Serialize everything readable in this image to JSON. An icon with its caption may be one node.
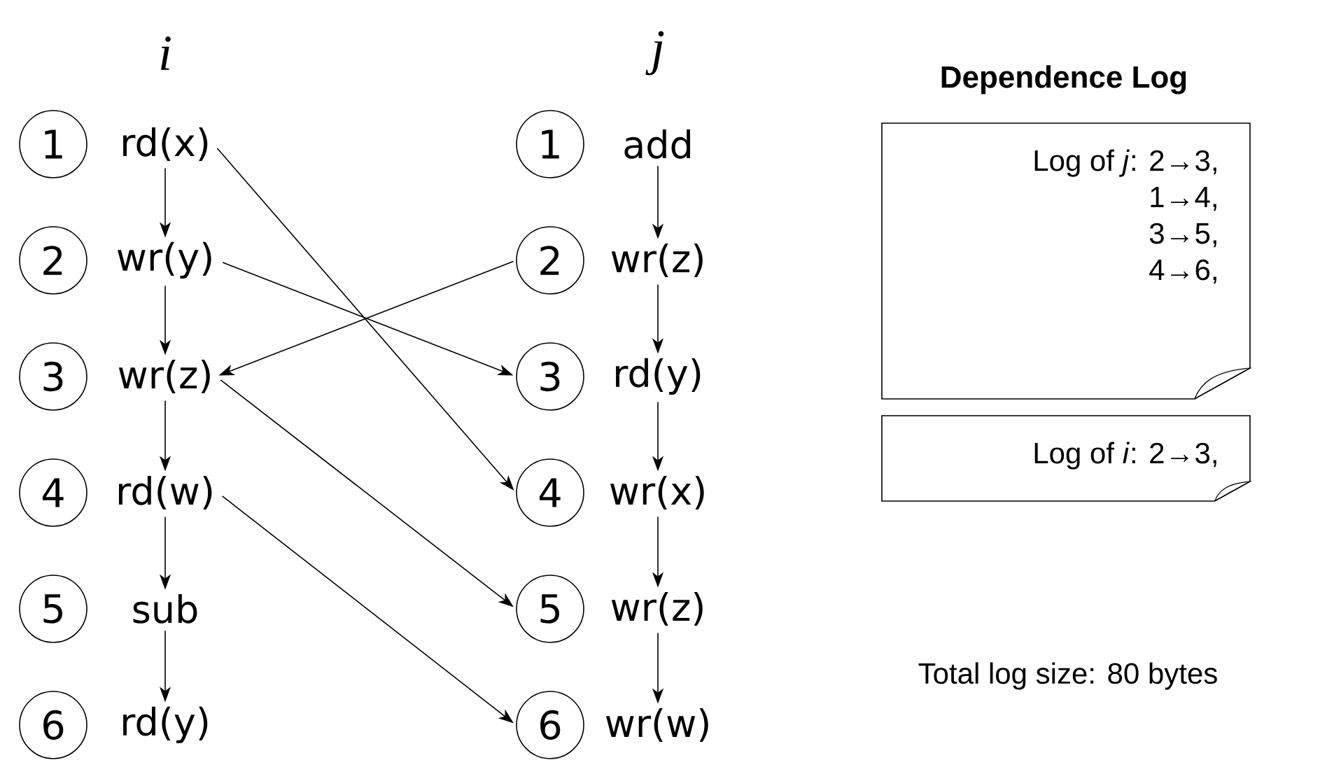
{
  "diagram": {
    "title": "Dependence Log",
    "nodes": [
      {
        "text": [
          "1"
        ]
      },
      {
        "text": [
          "rd(x)"
        ]
      },
      {
        "text": [
          "2"
        ]
      },
      {
        "text": [
          "wr(y)"
        ]
      },
      {
        "text": [
          "3"
        ]
      },
      {
        "text": [
          "wr(z)"
        ]
      },
      {
        "text": [
          "4"
        ]
      },
      {
        "text": [
          "rd(w)"
        ]
      },
      {
        "text": [
          "5"
        ]
      },
      {
        "text": [
          "sub"
        ]
      },
      {
        "text": [
          "6"
        ]
      },
      {
        "text": [
          "rd(y)"
        ]
      },
      {
        "text": [
          "1"
        ]
      },
      {
        "text": [
          "add"
        ]
      },
      {
        "text": [
          "2"
        ]
      },
      {
        "text": [
          "wr(z)"
        ]
      },
      {
        "text": [
          "3"
        ]
      },
      {
        "text": [
          "rd(y)"
        ]
      },
      {
        "text": [
          "4"
        ]
      },
      {
        "text": [
          "wr(x)"
        ]
      },
      {
        "text": [
          "5"
        ]
      },
      {
        "text": [
          "wr(z)"
        ]
      },
      {
        "text": [
          "6"
        ]
      },
      {
        "text": [
          "wr(w)"
        ]
      },
      {
        "text": [
          "Log of *j*: 2→3,",
          "1→4,",
          "3→5,",
          "4→6,"
        ]
      },
      {
        "text": [
          "Log of *i*: 2→3,"
        ]
      }
    ],
    "edges": [
      {
        "from": 1,
        "to": 3,
        "arrow": "to"
      },
      {
        "from": 3,
        "to": 5,
        "arrow": "to"
      },
      {
        "from": 5,
        "to": 7,
        "arrow": "to"
      },
      {
        "from": 7,
        "to": 9,
        "arrow": "to"
      },
      {
        "from": 9,
        "to": 11,
        "arrow": "to"
      },
      {
        "from": 13,
        "to": 15,
        "arrow": "to"
      },
      {
        "from": 15,
        "to": 17,
        "arrow": "to"
      },
      {
        "from": 17,
        "to": 19,
        "arrow": "to"
      },
      {
        "from": 19,
        "to": 21,
        "arrow": "to"
      },
      {
        "from": 21,
        "to": 23,
        "arrow": "to"
      },
      {
        "from": 1,
        "to": 18,
        "arrow": "to"
      },
      {
        "from": 3,
        "to": 16,
        "arrow": "to"
      },
      {
        "from": 14,
        "to": 5,
        "arrow": "to"
      },
      {
        "from": 5,
        "to": 20,
        "arrow": "to"
      },
      {
        "from": 7,
        "to": 22,
        "arrow": "to"
      }
    ],
    "labels": [
      "i",
      "j",
      "Total log size: 80 bytes"
    ]
  }
}
